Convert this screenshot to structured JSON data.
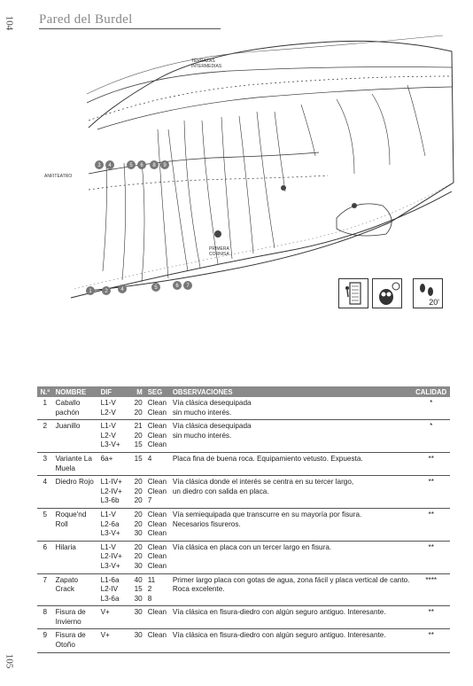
{
  "page": {
    "number_top": "104",
    "number_bottom": "105",
    "title": "Pared del Burdel"
  },
  "topo": {
    "labels": {
      "terrazas": "TERRAZAS",
      "intermedias": "INTERMEDIAS",
      "anfiteatro": "ANFITEATRO",
      "primera": "PRIMERA",
      "cornisa": "CORNISA"
    },
    "route_markers_upper": [
      "3",
      "4",
      "5",
      "6",
      "8",
      "9"
    ],
    "route_markers_lower": [
      "1",
      "2",
      "4",
      "5",
      "6",
      "7"
    ]
  },
  "icons": {
    "wall": "vertical-wall-icon",
    "family": "family-owl-icon",
    "approach": "footprints-icon",
    "approach_time": "20'"
  },
  "table": {
    "headers": [
      "N.º",
      "NOMBRE",
      "DIF",
      "M",
      "SEG",
      "OBSERVACIONES",
      "CALIDAD"
    ],
    "rows": [
      {
        "n": "1",
        "nombre": "Caballo pachón",
        "dif": [
          "L1-V",
          "L2-V"
        ],
        "m": [
          "20",
          "20"
        ],
        "seg": [
          "Clean",
          "Clean"
        ],
        "obs": [
          "Vía clásica desequipada",
          "sin mucho interés."
        ],
        "calidad": "*"
      },
      {
        "n": "2",
        "nombre": "Juanillo",
        "dif": [
          "L1-V",
          "L2-V",
          "L3-V+"
        ],
        "m": [
          "21",
          "20",
          "15"
        ],
        "seg": [
          "Clean",
          "Clean",
          "Clean"
        ],
        "obs": [
          "Vía clásica desequipada",
          "sin mucho interés."
        ],
        "calidad": "*"
      },
      {
        "n": "3",
        "nombre": "Variante La Muela",
        "dif": [
          "6a+"
        ],
        "m": [
          "15"
        ],
        "seg": [
          "4"
        ],
        "obs": [
          "Placa fina de buena roca. Equipamiento vetusto. Expuesta."
        ],
        "calidad": "**"
      },
      {
        "n": "4",
        "nombre": "Diedro Rojo",
        "dif": [
          "L1-IV+",
          "L2-IV+",
          "L3-6b"
        ],
        "m": [
          "20",
          "20",
          "20"
        ],
        "seg": [
          "Clean",
          "Clean",
          "7"
        ],
        "obs": [
          "Vía clásica donde el interés se centra en su tercer largo,",
          "un diedro con salida en placa."
        ],
        "calidad": "**"
      },
      {
        "n": "5",
        "nombre": "Roque'nd Roll",
        "dif": [
          "L1-V",
          "L2-6a",
          "L3-V+"
        ],
        "m": [
          "20",
          "20",
          "30"
        ],
        "seg": [
          "Clean",
          "Clean",
          "Clean"
        ],
        "obs": [
          "Vía semiequipada que transcurre en su mayoría por fisura.",
          "Necesarios fisureros."
        ],
        "calidad": "**"
      },
      {
        "n": "6",
        "nombre": "Hilaria",
        "dif": [
          "L1-V",
          "L2-IV+",
          "L3-V+"
        ],
        "m": [
          "20",
          "20",
          "30"
        ],
        "seg": [
          "Clean",
          "Clean",
          "Clean"
        ],
        "obs": [
          "Vía clásica en placa con un tercer largo en fisura."
        ],
        "calidad": "**"
      },
      {
        "n": "7",
        "nombre": "Zapato Crack",
        "dif": [
          "L1-6a",
          "L2-IV",
          "L3-6a"
        ],
        "m": [
          "40",
          "15",
          "30"
        ],
        "seg": [
          "11",
          "2",
          "8"
        ],
        "obs": [
          "Primer largo placa con gotas de agua, zona fácil y placa vertical de canto.",
          "Roca excelente."
        ],
        "calidad": "****"
      },
      {
        "n": "8",
        "nombre": "Fisura de Invierno",
        "dif": [
          "V+"
        ],
        "m": [
          "30"
        ],
        "seg": [
          "Clean"
        ],
        "obs": [
          "Vía clásica en fisura-diedro con algún seguro antiguo. Interesante."
        ],
        "calidad": "**"
      },
      {
        "n": "9",
        "nombre": "Fisura de Otoño",
        "dif": [
          "V+"
        ],
        "m": [
          "30"
        ],
        "seg": [
          "Clean"
        ],
        "obs": [
          "Vía clásica en fisura-diedro con algún seguro antiguo. Interesante."
        ],
        "calidad": "**"
      }
    ]
  }
}
